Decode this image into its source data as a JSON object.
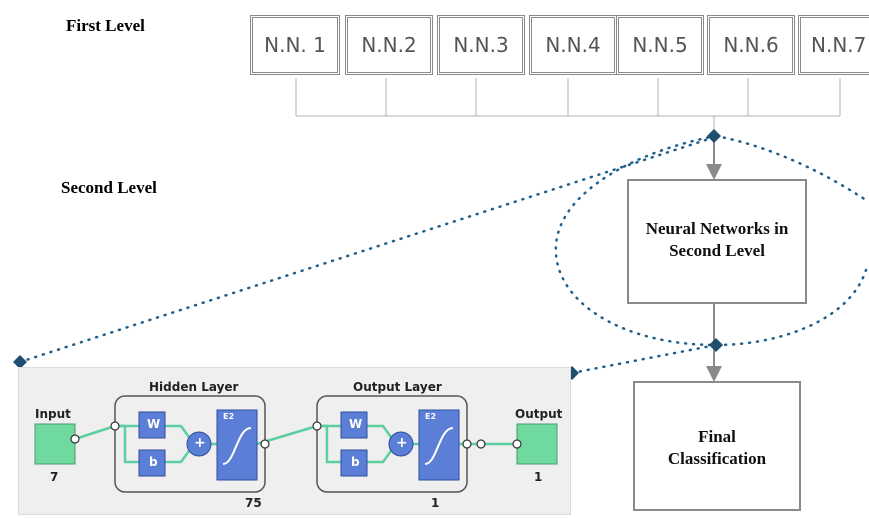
{
  "levels": {
    "first": "First Level",
    "second": "Second Level"
  },
  "networks": [
    "N.N. 1",
    "N.N.2",
    "N.N.3",
    "N.N.4",
    "N.N.5",
    "N.N.6",
    "N.N.7"
  ],
  "second_level_box": {
    "line1": "Neural Networks in",
    "line2": "Second Level"
  },
  "final_box": {
    "line1": "Final",
    "line2": "Classification"
  },
  "nn_diagram": {
    "input_label": "Input",
    "input_size": "7",
    "hidden_title": "Hidden Layer",
    "hidden_size": "75",
    "output_title": "Output Layer",
    "output_layer_size": "1",
    "output_label": "Output",
    "output_size": "1",
    "weight": "W",
    "bias": "b",
    "plus": "+",
    "transfer": "E2"
  },
  "colors": {
    "box_border": "#8a8a8a",
    "connector_dot": "#1f4e6e",
    "dotted_line": "#1f5f8a",
    "io_fill": "#6fd9a0",
    "layer_fill": "#5b7fd6",
    "connector_line": "#5ccfa0"
  }
}
